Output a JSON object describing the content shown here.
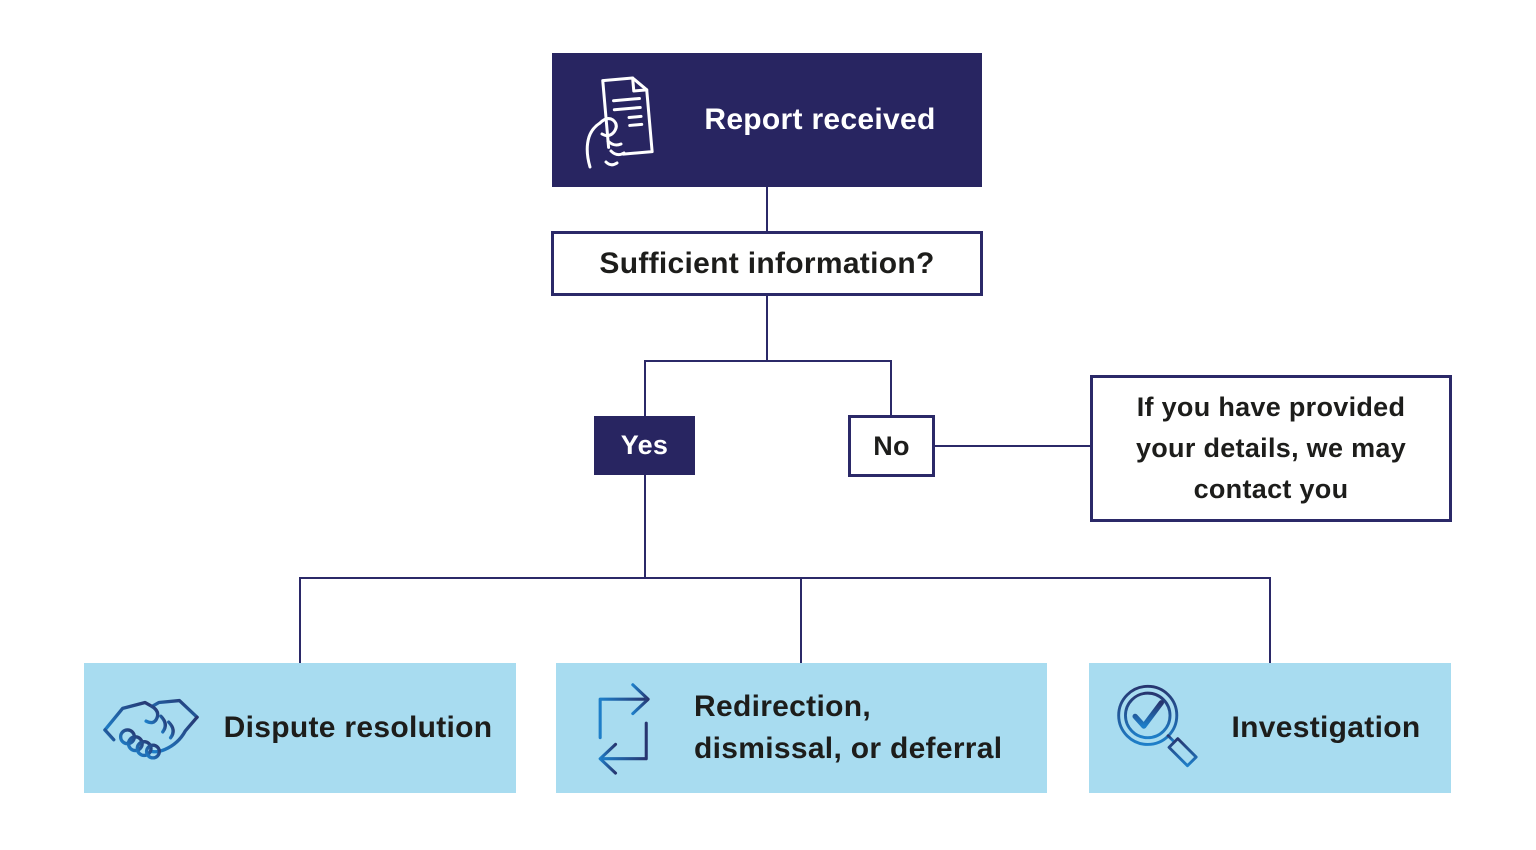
{
  "colors": {
    "navy": "#282561",
    "light_blue": "#a8dcf0",
    "line": "#2b2968",
    "text_dark": "#1d1d1b",
    "text_on_navy": "#ffffff",
    "icon_gradient_bright": "#1e7fc9",
    "icon_gradient_dark": "#27356f"
  },
  "flowchart": {
    "start": {
      "label": "Report received",
      "icon": "document-hand-icon"
    },
    "decision": {
      "label": "Sufficient information?"
    },
    "branch_yes": {
      "label": "Yes"
    },
    "branch_no": {
      "label": "No"
    },
    "note": {
      "lines": [
        "If you have provided",
        "your details, we may",
        "contact you"
      ]
    },
    "outcomes": [
      {
        "label": "Dispute resolution",
        "icon": "handshake-icon"
      },
      {
        "lines": [
          "Redirection,",
          "dismissal, or deferral"
        ],
        "icon": "redirect-arrows-icon"
      },
      {
        "label": "Investigation",
        "icon": "magnifier-check-icon"
      }
    ]
  }
}
